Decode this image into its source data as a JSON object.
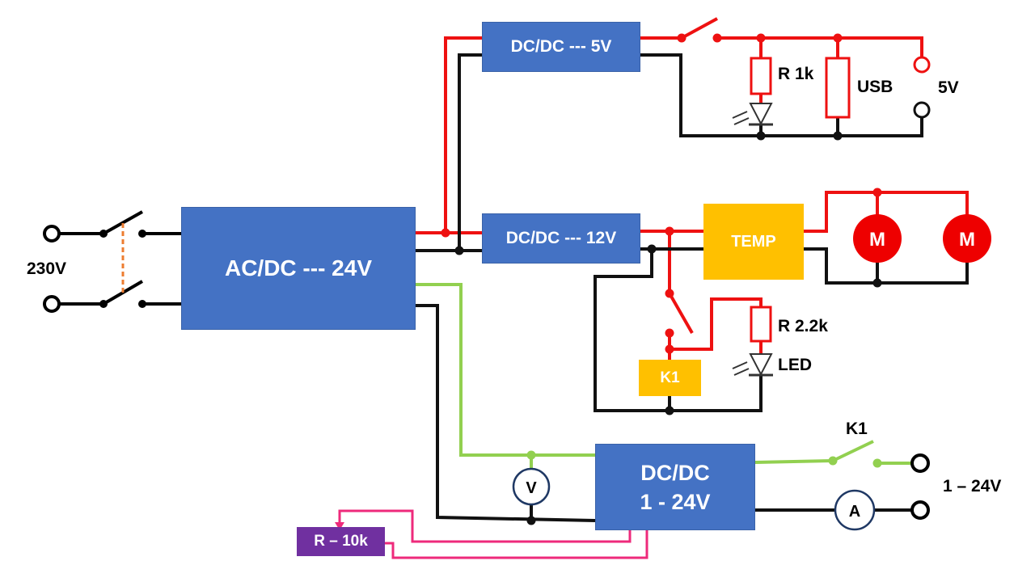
{
  "blocks": {
    "acdc": "AC/DC --- 24V",
    "dcdc5": "DC/DC --- 5V",
    "dcdc12": "DC/DC --- 12V",
    "dcdc_var_line1": "DC/DC",
    "dcdc_var_line2": "1 - 24V",
    "temp": "TEMP",
    "relay_coil": "K1",
    "pot": "R – 10k"
  },
  "labels": {
    "mains": "230V",
    "r1k": "R 1k",
    "usb": "USB",
    "out5v": "5V",
    "r22k": "R 2.2k",
    "led": "LED",
    "relay_contact": "K1",
    "out_var": "1 – 24V"
  },
  "symbols": {
    "motor": "M",
    "voltmeter": "V",
    "ammeter": "A"
  },
  "colors": {
    "positive_wire": "#ee1111",
    "negative_wire": "#111111",
    "voltmeter_wire": "#92d050",
    "potentiometer_wire": "#ee2a7b",
    "mechanical_link": "#ed7d31",
    "block_blue": "#4472c4",
    "block_yellow": "#ffc000",
    "block_purple": "#7030a0",
    "motor_red": "#ee0000",
    "meter_outline": "#1f3864"
  }
}
